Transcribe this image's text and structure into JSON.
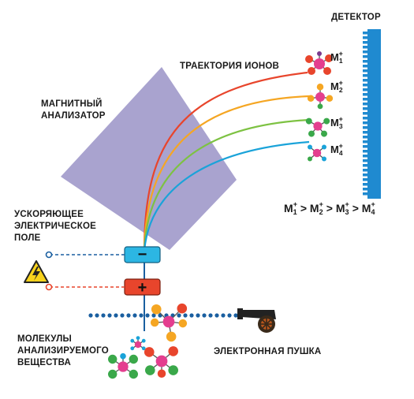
{
  "labels": {
    "detector": "ДЕТЕКТОР",
    "ion_trajectory": "ТРАЕКТОРИЯ ИОНОВ",
    "magnetic_analyzer": [
      "МАГНИТНЫЙ",
      "АНАЛИЗАТОР"
    ],
    "accelerating_field": [
      "УСКОРЯЮЩЕЕ",
      "ЭЛЕКТРИЧЕСКОЕ",
      "ПОЛЕ"
    ],
    "molecules": [
      "МОЛЕКУЛЫ",
      "АНАЛИЗИРУЕМОГО",
      "ВЕЩЕСТВА"
    ],
    "electron_gun": "ЭЛЕКТРОННАЯ ПУШКА"
  },
  "ions": [
    {
      "base": "M",
      "index": "1",
      "charge": "+",
      "color": "#e8452c"
    },
    {
      "base": "M",
      "index": "2",
      "charge": "+",
      "color": "#f5a623"
    },
    {
      "base": "M",
      "index": "3",
      "charge": "+",
      "color": "#7dc242"
    },
    {
      "base": "M",
      "index": "4",
      "charge": "+",
      "color": "#1aa3d9"
    }
  ],
  "ordering": {
    "terms": [
      {
        "base": "M",
        "index": "1",
        "charge": "+"
      },
      {
        "base": "M",
        "index": "2",
        "charge": "+"
      },
      {
        "base": "M",
        "index": "3",
        "charge": "+"
      },
      {
        "base": "M",
        "index": "4",
        "charge": "+"
      }
    ],
    "operator": ">"
  },
  "plates": {
    "negative": "−",
    "positive": "+"
  },
  "colors": {
    "analyzer": "#a9a3cf",
    "detector": "#1f8ad0",
    "negative_plate": "#2cb6e3",
    "positive_plate": "#e8452c",
    "beam": "#1a5fa0",
    "warning": "#f7d21c"
  },
  "icons": [
    "warning-high-voltage-icon",
    "cannon-icon",
    "molecule-icon"
  ]
}
